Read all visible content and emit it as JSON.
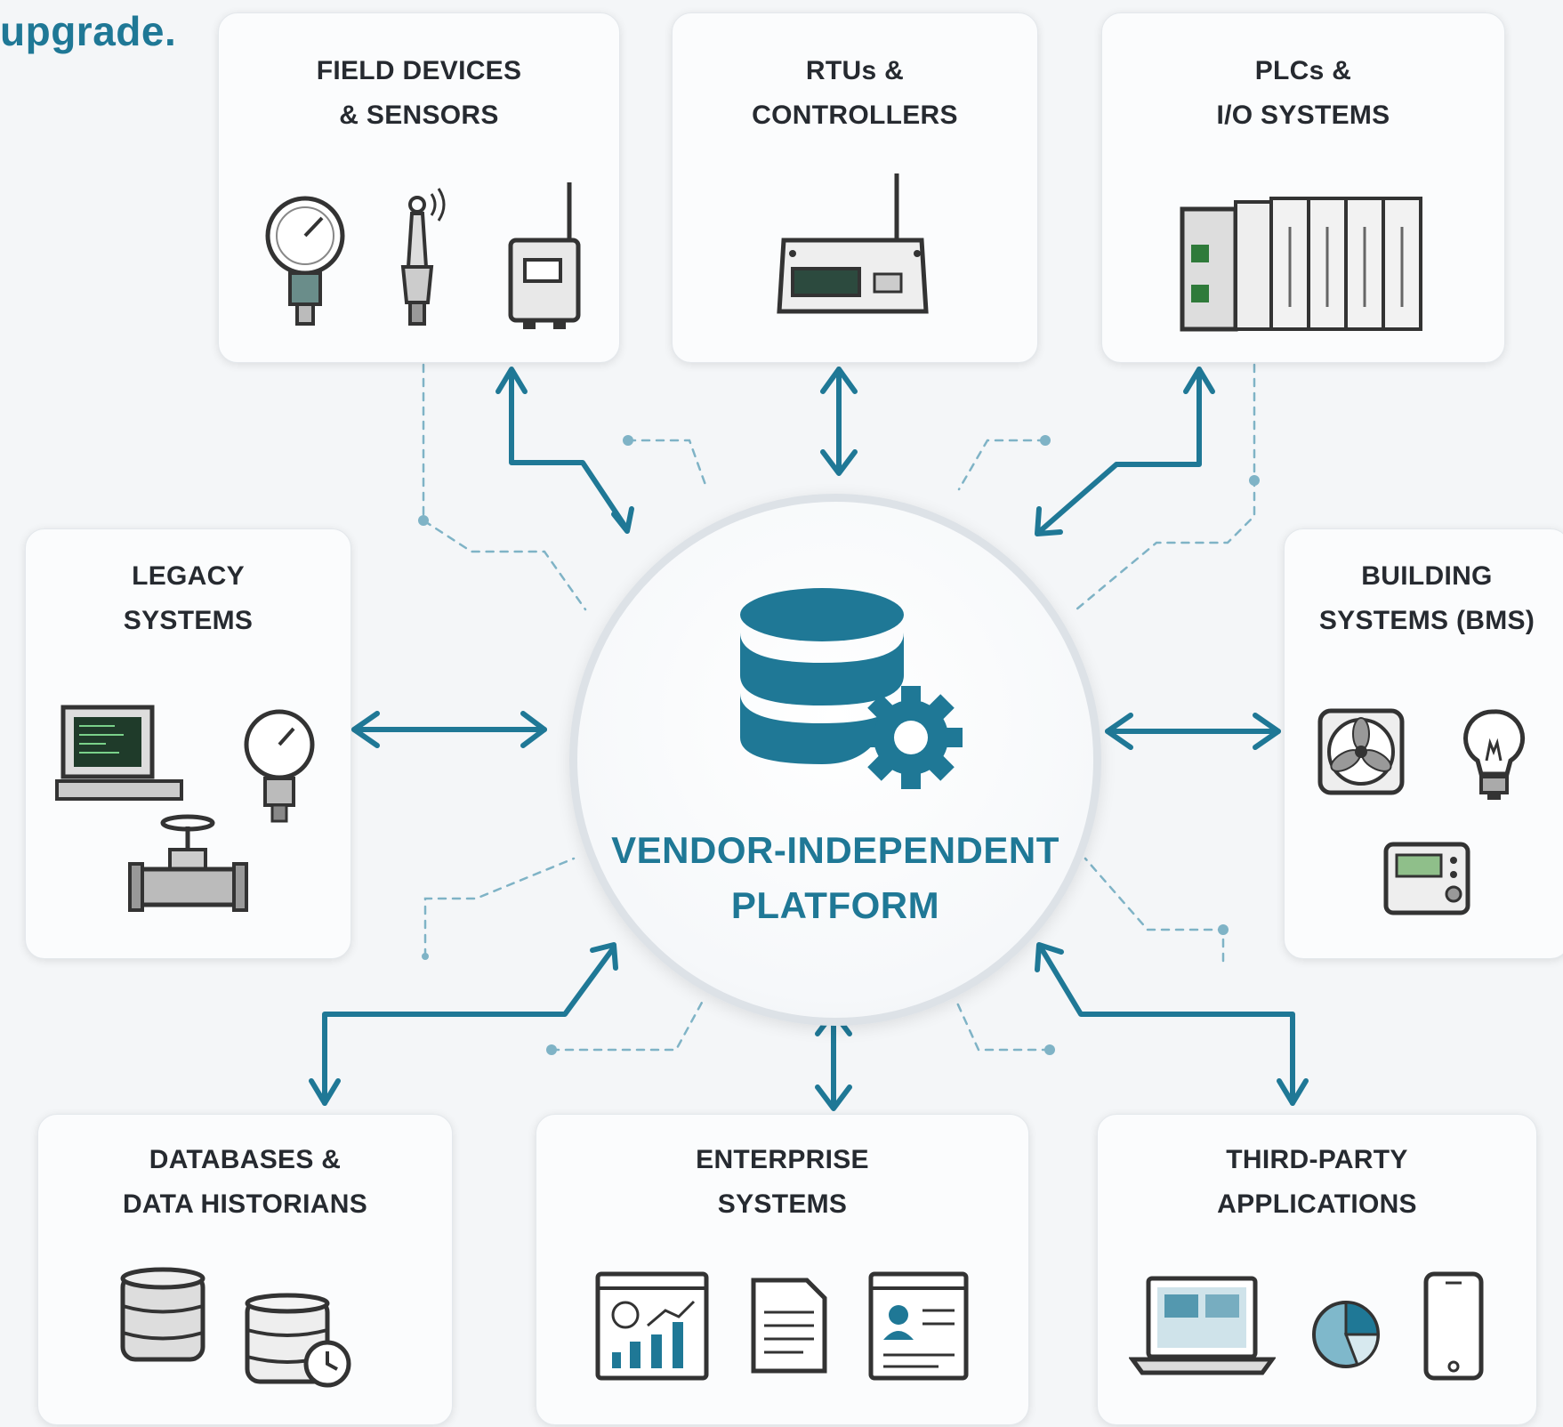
{
  "fragment_text": "upgrade.",
  "accent_color": "#1f7896",
  "hub": {
    "line1": "VENDOR-INDEPENDENT",
    "line2": "PLATFORM",
    "icon": "database-gear-icon"
  },
  "cards": {
    "field_devices": {
      "line1": "FIELD DEVICES",
      "line2": "& SENSORS",
      "icons": [
        "pressure-gauge-icon",
        "wireless-sensor-icon",
        "wireless-transmitter-icon"
      ]
    },
    "rtus": {
      "line1": "RTUs &",
      "line2": "CONTROLLERS",
      "icons": [
        "rtu-device-icon"
      ]
    },
    "plcs": {
      "line1": "PLCs &",
      "line2": "I/O SYSTEMS",
      "icons": [
        "plc-rack-icon"
      ]
    },
    "legacy": {
      "line1": "LEGACY",
      "line2": "SYSTEMS",
      "icons": [
        "old-computer-icon",
        "pressure-gauge-icon",
        "valve-icon"
      ]
    },
    "bms": {
      "line1": "BUILDING",
      "line2": "SYSTEMS (BMS)",
      "icons": [
        "fan-icon",
        "light-bulb-icon",
        "thermostat-icon"
      ]
    },
    "databases": {
      "line1": "DATABASES &",
      "line2": "DATA HISTORIANS",
      "icons": [
        "database-icon",
        "database-clock-icon"
      ]
    },
    "enterprise": {
      "line1": "ENTERPRISE",
      "line2": "SYSTEMS",
      "icons": [
        "dashboard-chart-icon",
        "document-icon",
        "user-profile-icon"
      ]
    },
    "thirdparty": {
      "line1": "THIRD-PARTY",
      "line2": "APPLICATIONS",
      "icons": [
        "laptop-icon",
        "pie-chart-icon",
        "smartphone-icon"
      ]
    }
  }
}
